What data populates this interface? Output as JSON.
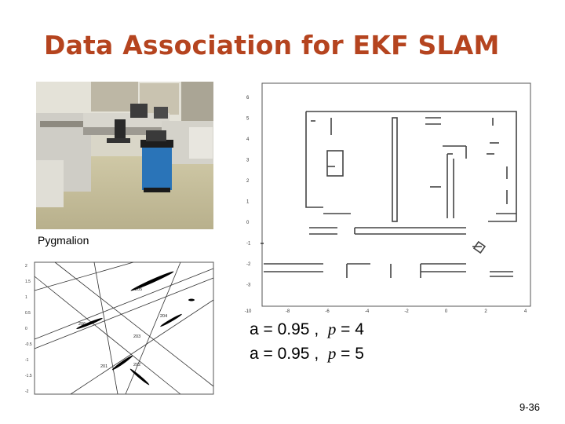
{
  "slide": {
    "title": "Data Association for EKF SLAM",
    "photo_caption": "Pygmalion",
    "param_rows": [
      {
        "a_text": "a = 0.95 ,",
        "p_label": "p",
        "p_value": "= 4"
      },
      {
        "a_text": "a = 0.95 ,",
        "p_label": "p",
        "p_value": "= 5"
      }
    ],
    "page_number": "9-36"
  },
  "map_plot": {
    "y_ticks": [
      "6",
      "5",
      "4",
      "3",
      "2",
      "1",
      "0",
      "-1",
      "-2",
      "-3"
    ],
    "x_ticks": [
      "-10",
      "-8",
      "-6",
      "-4",
      "-2",
      "0",
      "2",
      "4"
    ]
  },
  "cov_plot": {
    "y_ticks": [
      "2",
      "1.5",
      "1",
      "0.5",
      "0",
      "-0.5",
      "-1",
      "-1.5",
      "-2"
    ],
    "labels": [
      "205",
      "206",
      "204",
      "203",
      "201",
      "202"
    ]
  }
}
